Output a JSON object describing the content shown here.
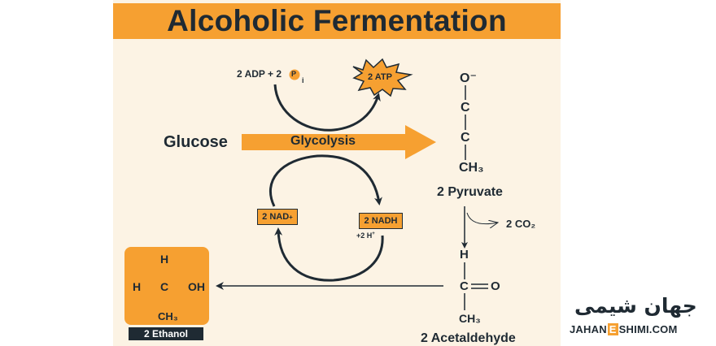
{
  "title": "Alcoholic Fermentation",
  "glucose": "Glucose",
  "glycolysis": "Glycolysis",
  "adp": "2 ADP + 2",
  "pi_p": "P",
  "pi_sub": "i",
  "atp": "2 ATP",
  "nad": "2 NAD",
  "nad_sup": "+",
  "nadh": "2 NADH",
  "h_plus": "+2 H",
  "h_sup": "+",
  "co2": "2 CO₂",
  "pyruvate": {
    "atoms": [
      "O⁻",
      "C",
      "C",
      "CH₃"
    ],
    "label": "2 Pyruvate"
  },
  "acetaldehyde": {
    "h": "H",
    "c": "C",
    "o": "O",
    "ch3": "CH₃",
    "label": "2 Acetaldehyde"
  },
  "ethanol": {
    "h_top": "H",
    "h_left": "H",
    "c": "C",
    "oh": "OH",
    "ch3": "CH₃",
    "label": "2 Ethanol"
  },
  "watermark": {
    "fa": "جهان شیمی",
    "en_left": "JAHAN",
    "en_e": "E",
    "en_right": "SHIMI.COM"
  },
  "colors": {
    "accent": "#f6a031",
    "panel": "#fcf3e4",
    "ink": "#1f2a33"
  }
}
